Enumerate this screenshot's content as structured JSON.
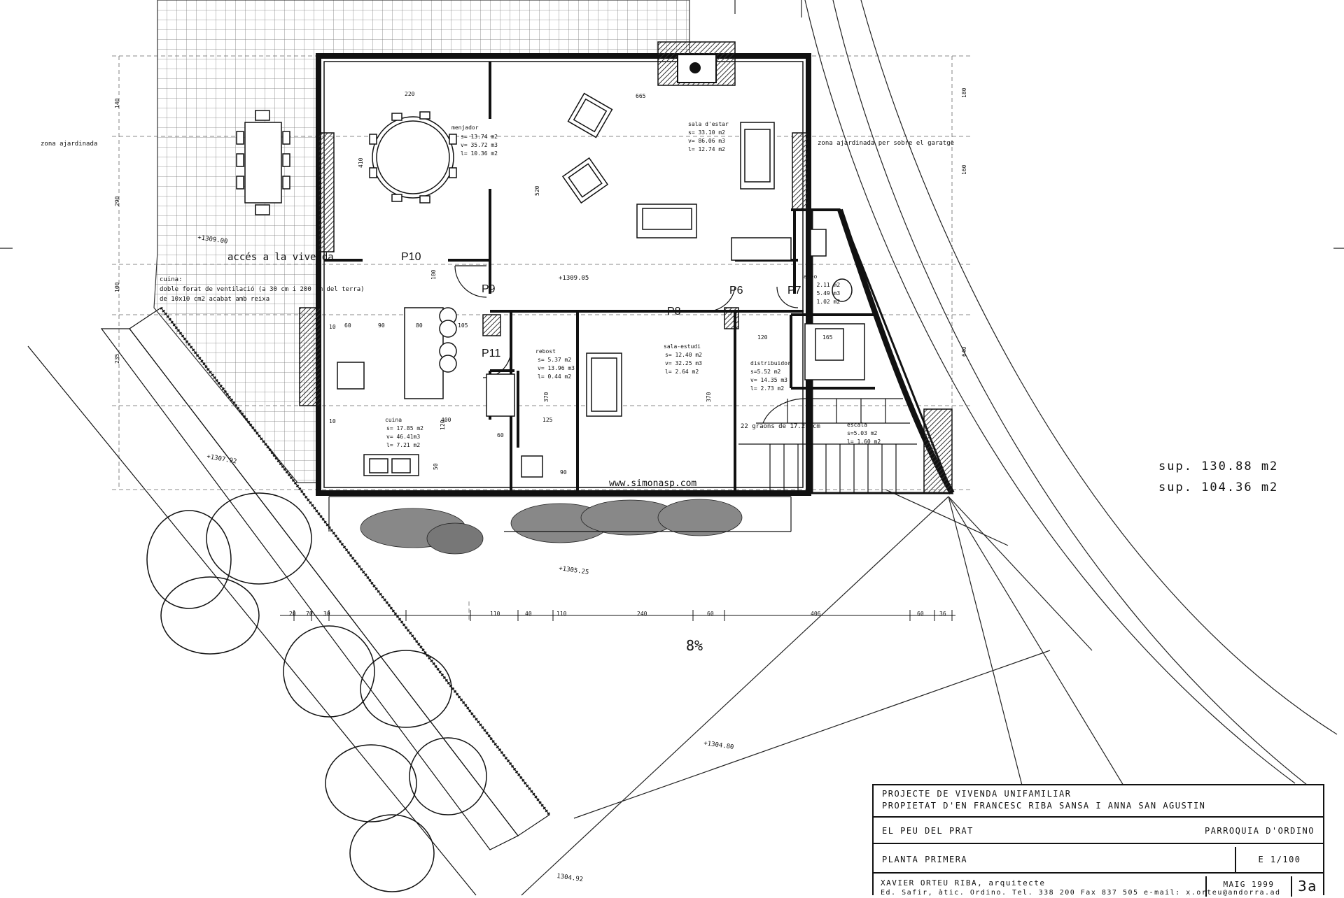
{
  "rooms": {
    "menjador": {
      "name": "menjador",
      "s": "s= 13.74 m2",
      "v": "v= 35.72 m3",
      "l": "l= 10.36 m2"
    },
    "sala_estar": {
      "name": "sala d'estar",
      "s": "s= 33.10 m2",
      "v": "v= 86.06 m3",
      "l": "l= 12.74 m2"
    },
    "aseo": {
      "name": "aseo",
      "s": "s= 2.11 m2",
      "v": "v= 5.49 m3",
      "l": "l= 1.02 m2"
    },
    "rebost": {
      "name": "rebost",
      "s": "s= 5.37 m2",
      "v": "v= 13.96 m3",
      "l": "l= 0.44 m2"
    },
    "sala_estudi": {
      "name": "sala-estudi",
      "s": "s= 12.40 m2",
      "v": "v= 32.25 m3",
      "l": "l= 2.64 m2"
    },
    "distribuidor": {
      "name": "distribuidor",
      "s": "s=5.52 m2",
      "v": "v= 14.35 m3",
      "l": "l= 2.73 m2"
    },
    "cuina": {
      "name": "cuina",
      "s": "s= 17.85 m2",
      "v": "v= 46.41m3",
      "l": "l= 7.21 m2"
    },
    "escala": {
      "name": "escala",
      "s": "s=5.03 m2",
      "l": "l= 1.60 m2"
    }
  },
  "labels": {
    "zona_ajardinada": "zona ajardinada",
    "zona_garatge": "zona ajardinada per sobre el garatge",
    "acces": "accés a la vivenda",
    "cuina_note_1": "cuina:",
    "cuina_note_2": "doble forat de ventilació (a 30 cm i 200 cm del terra)",
    "cuina_note_3": "de 10x10 cm2 acabat amb reixa",
    "graons": "22 graons de 17.27 cm",
    "pendent": "8%",
    "watermark": "www.simonasp.com"
  },
  "levels": {
    "l1309_00": "+1309.00",
    "l1309_05": "+1309.05",
    "l1307_92": "+1307.92",
    "l1305_25": "+1305.25",
    "l1304_80": "+1304.80",
    "l1304_92": "1304.92"
  },
  "doors": [
    "P10",
    "P9",
    "P8",
    "P6",
    "P7",
    "P11"
  ],
  "dimensions": {
    "d220": "220",
    "d665": "665",
    "d140": "140",
    "d180": "180",
    "d160": "160",
    "d290": "290",
    "d410": "410",
    "d520": "520",
    "d100": "100",
    "d100b": "100",
    "d235": "235",
    "d640": "640",
    "d60": "60",
    "d90": "90",
    "d80": "80",
    "d105": "105",
    "d120": "120",
    "d165": "165",
    "d370": "370",
    "d370b": "370",
    "d400": "400",
    "d120b": "120",
    "d60b": "60",
    "d125": "125",
    "d50": "50",
    "d10": "10",
    "d10b": "10",
    "d90b": "90",
    "b20": "20",
    "b70": "70",
    "b30": "30",
    "b110": "110",
    "b40": "40",
    "b110b": "110",
    "b240": "240",
    "b60": "60",
    "b406": "406",
    "b60b": "60",
    "b36": "36"
  },
  "areas": {
    "line1": "sup. 130.88 m2",
    "line2": "sup. 104.36 m2"
  },
  "title_block": {
    "project": "PROJECTE DE VIVENDA UNIFAMILIAR",
    "owner": "PROPIETAT D'EN FRANCESC RIBA SANSA I ANNA SAN AGUSTIN",
    "place": "EL PEU DEL PRAT",
    "parish": "PARROQUIA D'ORDINO",
    "drawing": "PLANTA PRIMERA",
    "scale": "E  1/100",
    "architect": "XAVIER ORTEU RIBA, arquitecte",
    "address": "Ed. Safir, àtic. Ordino. Tel. 338 200  Fax 837 505  e-mail: x.orteu@andorra.ad",
    "date": "MAIG 1999",
    "sheet": "3a"
  },
  "colors": {
    "ink": "#111111",
    "wall_hatch": "#555555",
    "vegetation": "#333333"
  }
}
